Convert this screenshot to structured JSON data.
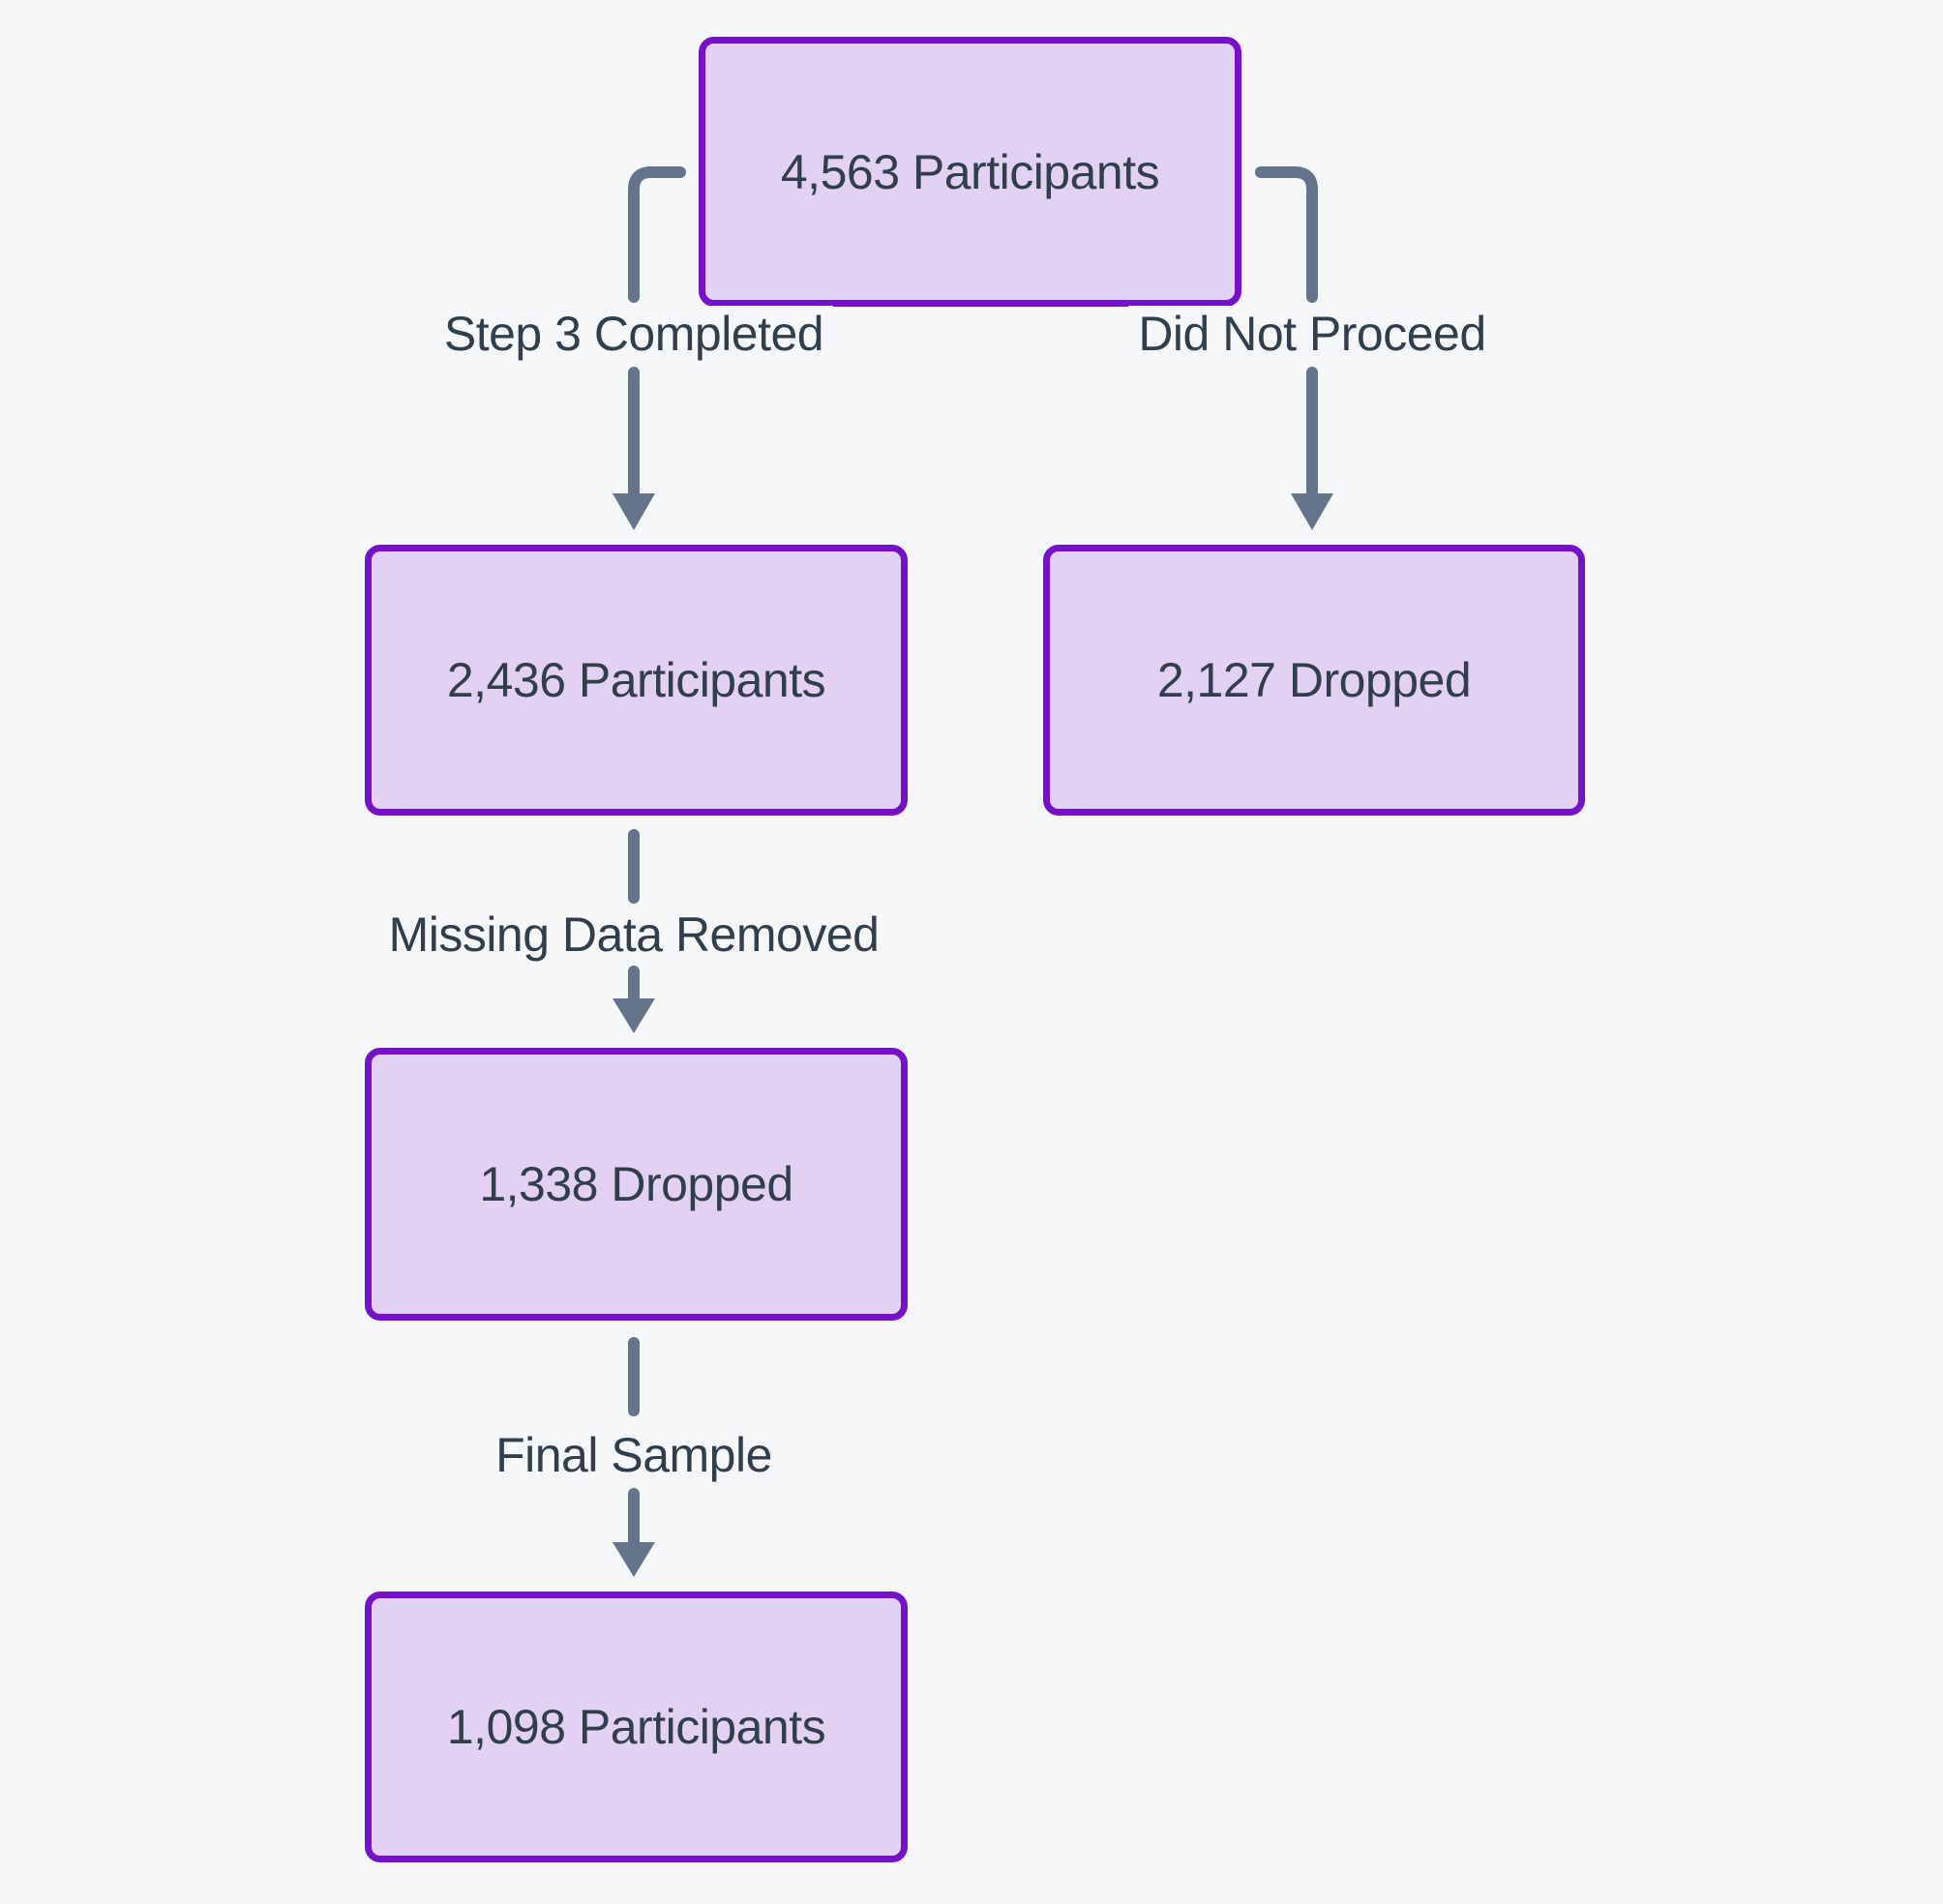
{
  "diagram": {
    "type": "flowchart",
    "direction": "top-down",
    "colors": {
      "background": "#f6f7f9",
      "node_fill": "#e3d1f3",
      "node_border": "#7511c9",
      "arrow": "#64748b",
      "text": "#313e4c"
    },
    "nodes": [
      {
        "id": "total",
        "label": "4,563 Participants"
      },
      {
        "id": "step3",
        "label": "2,436 Participants"
      },
      {
        "id": "dropped1",
        "label": "2,127 Dropped"
      },
      {
        "id": "dropped2",
        "label": "1,338 Dropped"
      },
      {
        "id": "final",
        "label": "1,098 Participants"
      }
    ],
    "edges": [
      {
        "from": "total",
        "to": "step3",
        "label": "Step 3 Completed"
      },
      {
        "from": "total",
        "to": "dropped1",
        "label": "Did Not Proceed"
      },
      {
        "from": "step3",
        "to": "dropped2",
        "label": "Missing Data Removed"
      },
      {
        "from": "dropped2",
        "to": "final",
        "label": "Final Sample"
      }
    ]
  }
}
